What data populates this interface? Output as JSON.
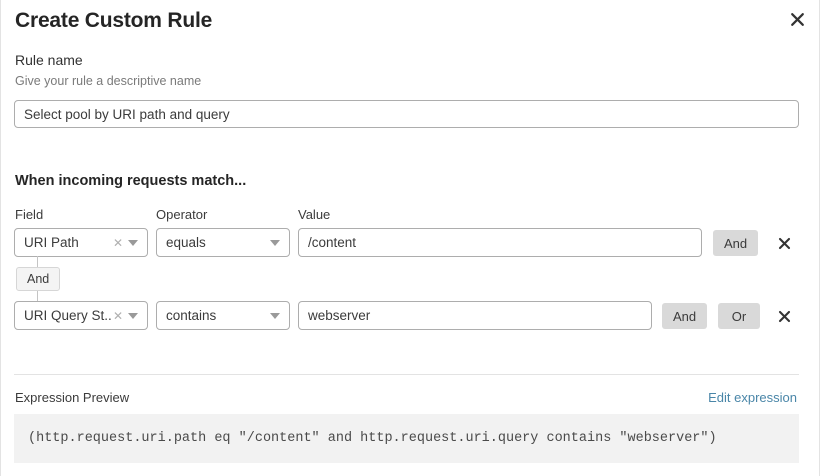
{
  "dialog": {
    "title": "Create Custom Rule",
    "close_icon": "close-icon"
  },
  "rule_name": {
    "label": "Rule name",
    "hint": "Give your rule a descriptive name",
    "value": "Select pool by URI path and query",
    "placeholder": ""
  },
  "match_section": {
    "heading": "When incoming requests match...",
    "columns": {
      "field": "Field",
      "operator": "Operator",
      "value": "Value"
    },
    "rows": [
      {
        "field": "URI Path",
        "clear_icon": "clear-x-icon",
        "caret_icon": "chevron-down-icon",
        "operator": "equals",
        "value": "/content",
        "buttons": [
          "And"
        ],
        "remove_icon": "close-icon"
      },
      {
        "field": "URI Query St...",
        "clear_icon": "clear-x-icon",
        "caret_icon": "chevron-down-icon",
        "operator": "contains",
        "value": "webserver",
        "buttons": [
          "And",
          "Or"
        ],
        "remove_icon": "close-icon"
      }
    ],
    "connector_badge": "And"
  },
  "expression": {
    "label": "Expression Preview",
    "edit_link": "Edit expression",
    "code": "(http.request.uri.path eq \"/content\" and http.request.uri.query contains \"webserver\")"
  },
  "colors": {
    "link": "#4a86a8",
    "button_bg": "#d9d9d9",
    "code_bg": "#f2f2f2",
    "border": "#adadad"
  }
}
